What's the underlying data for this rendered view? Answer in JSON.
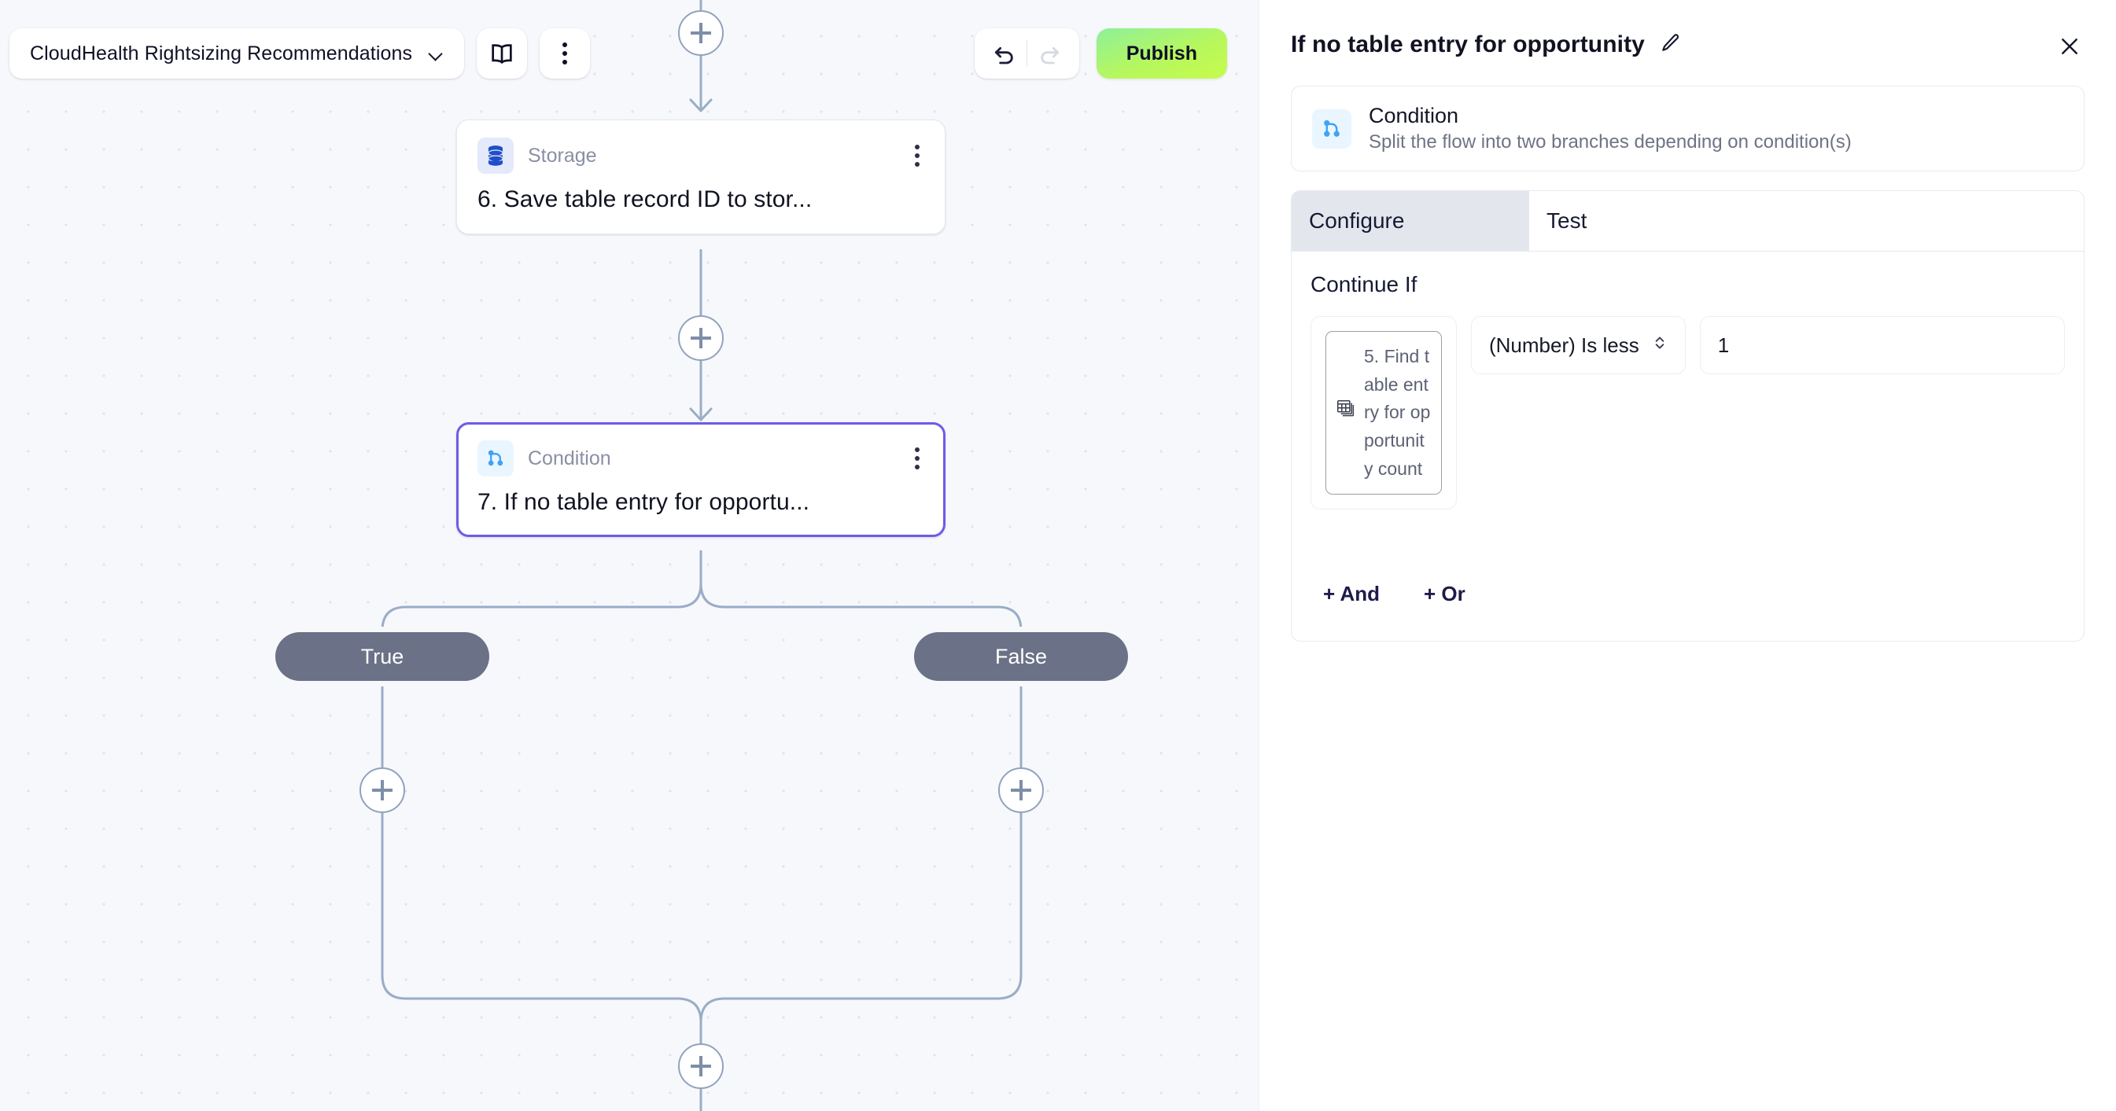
{
  "toolbar": {
    "flow_name": "CloudHealth Rightsizing Recommendations",
    "chevron_icon": "chevron-down-icon",
    "docs_icon": "book-icon",
    "more_icon": "kebab-menu-icon",
    "undo_icon": "undo-arrow-icon",
    "redo_icon": "redo-arrow-icon",
    "publish_label": "Publish",
    "publish_color": "#bdf84e"
  },
  "canvas": {
    "background_color": "#f6f8fc",
    "connector_color": "#9aadc6",
    "nodes": [
      {
        "kind": "Storage",
        "icon": "database-icon",
        "icon_color": "#1f4fc8",
        "title": "6. Save table record ID to stor...",
        "menu_icon": "kebab-menu-icon",
        "selected": false
      },
      {
        "kind": "Condition",
        "icon": "branch-condition-icon",
        "icon_color": "#3fa3f6",
        "title": "7. If no table entry for opportu...",
        "menu_icon": "kebab-menu-icon",
        "selected": true,
        "selection_color": "#6d5ce7"
      }
    ],
    "branches": [
      {
        "label": "True"
      },
      {
        "label": "False"
      }
    ],
    "add_buttons": [
      "add-step-top",
      "add-step-between",
      "add-step-true",
      "add-step-false",
      "add-step-merge"
    ]
  },
  "panel": {
    "title": "If no table entry for opportunity",
    "edit_icon": "pencil-icon",
    "close_icon": "close-icon",
    "kind_card": {
      "icon": "branch-condition-icon",
      "name": "Condition",
      "description": "Split the flow into two branches depending on condition(s)"
    },
    "tabs": [
      {
        "label": "Configure",
        "active": true
      },
      {
        "label": "Test",
        "active": false
      }
    ],
    "configure": {
      "section_label": "Continue If",
      "condition": {
        "token_icon": "table-stack-icon",
        "token_label": "5. Find table entry for opportunity count",
        "operator": "(Number) Is less",
        "operator_icon": "chevron-updown-icon",
        "value": "1",
        "value_placeholder": ""
      },
      "add_and_label": "+ And",
      "add_or_label": "+ Or"
    }
  }
}
